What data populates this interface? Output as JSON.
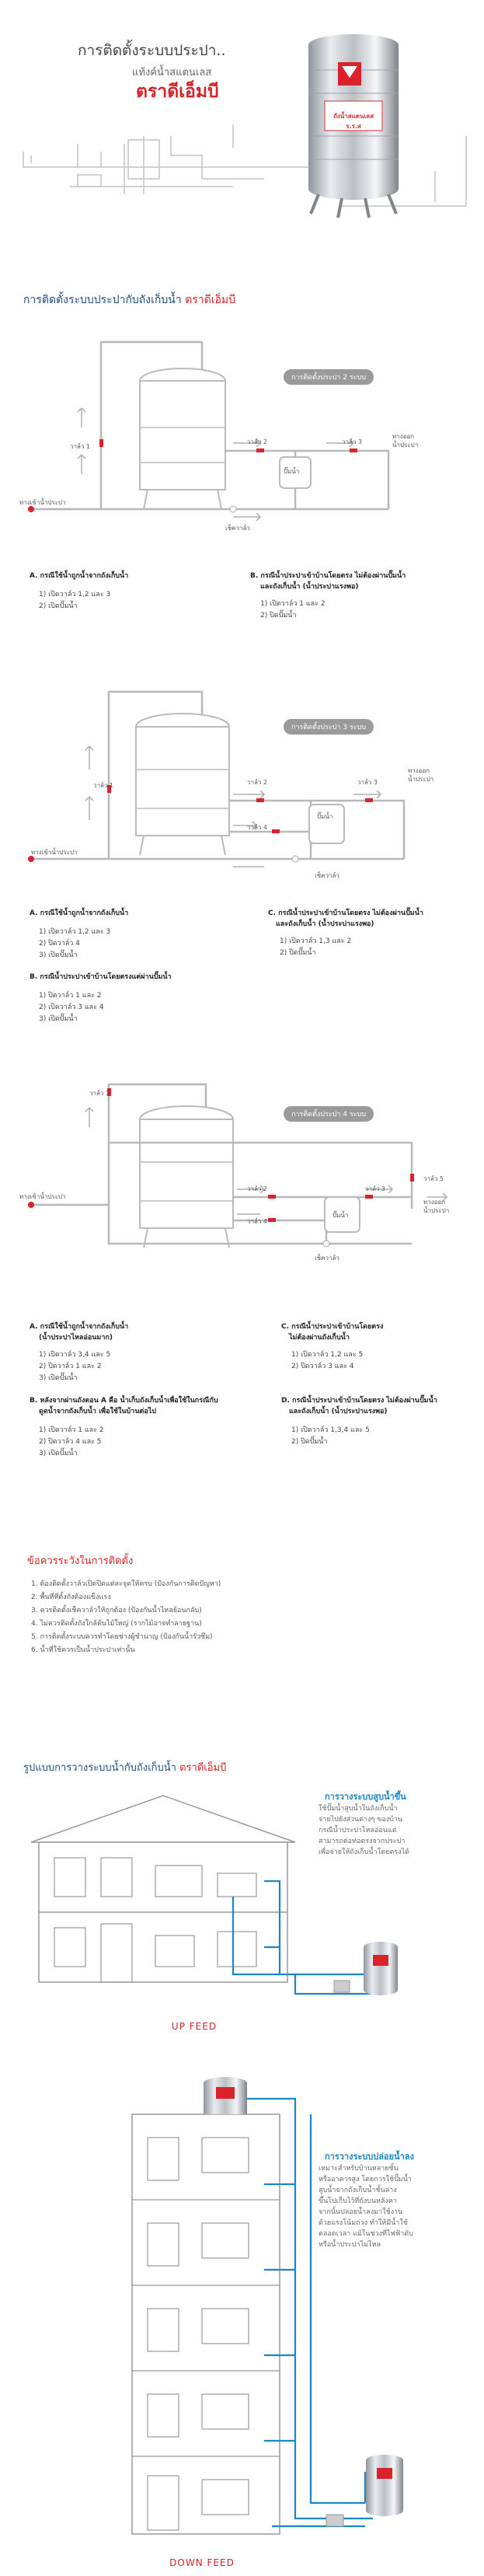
{
  "hero": {
    "title": "การติดตั้งระบบประปา..",
    "subtitle": "แท้งค์น้ำสแตนเลส",
    "brand": "ตราดีเอ็มบี",
    "tank_brand": "ถังน้ำสแตนเลส ร.ร.ส"
  },
  "section1": {
    "title_prefix": "การติดตั้งระบบประปากับถังเก็บน้ำ",
    "title_brand": "ตราดีเอ็มบี"
  },
  "diagram_labels": {
    "pump": "ปั๊มน้ำ",
    "check_valve": "เช็ควาล์ว",
    "outlet": "ทางออก",
    "outlet2": "น้ำประปา",
    "inlet": "ทางเข้าน้ำประปา",
    "v1": "วาล์ว 1",
    "v2": "วาล์ว 2",
    "v3": "วาล์ว 3",
    "v4": "วาล์ว 4",
    "v5": "วาล์ว 5"
  },
  "diagram2": {
    "badge": "การติดตั้งประปา 2 ระบบ",
    "A_title": "A. กรณีใช้น้ำถูกน้ำจากถังเก็บน้ำ",
    "A_items": [
      "1) เปิดวาล์ว 1,2 และ 3",
      "2) เปิดปั๊มน้ำ"
    ],
    "B_title": "B. กรณีน้ำประปาเข้าบ้านโดยตรง ไม่ต้องผ่านปั๊มน้ำ",
    "B_title2": "และถังเก็บน้ำ (น้ำประปาแรงพอ)",
    "B_items": [
      "1) เปิดวาล์ว 1 และ 2",
      "2) ปิดปั๊มน้ำ"
    ]
  },
  "diagram3": {
    "badge": "การติดตั้งประปา 3 ระบบ",
    "A_title": "A. กรณีใช้น้ำถูกน้ำจากถังเก็บน้ำ",
    "A_items": [
      "1) เปิดวาล์ว 1,2 และ 3",
      "2) ปิดวาล์ว 4",
      "3) เปิดปั๊มน้ำ"
    ],
    "C_title": "C. กรณีน้ำประปาเข้าบ้านโดยตรง ไม่ต้องผ่านปั๊มน้ำ",
    "C_title2": "และถังเก็บน้ำ (น้ำประปาแรงพอ)",
    "C_items": [
      "1) เปิดวาล์ว 1,3 และ 2",
      "2) ปิดปั๊มน้ำ"
    ],
    "B_title": "B. กรณีน้ำประปาเข้าบ้านโดยตรงแต่ผ่านปั๊มน้ำ",
    "B_items": [
      "1) ปิดวาล์ว 1 และ 2",
      "2) เปิดวาล์ว 3 และ 4",
      "3) เปิดปั๊มน้ำ"
    ]
  },
  "diagram4": {
    "badge": "การติดตั้งประปา 4 ระบบ",
    "A_title": "A. กรณีใช้น้ำถูกน้ำจากถังเก็บน้ำ",
    "A_title2": "(น้ำประปาไหลอ่อนมาก)",
    "A_items": [
      "1) เปิดวาล์ว 3,4 และ 5",
      "2) ปิดวาล์ว 1 และ 2",
      "3) เปิดปั๊มน้ำ"
    ],
    "C_title": "C. กรณีน้ำประปาเข้าบ้านโดยตรง",
    "C_title2": "ไม่ต้องผ่านถังเก็บน้ำ",
    "C_items": [
      "1) เปิดวาล์ว 1,2 และ 5",
      "2) ปิดวาล์ว 3 และ 4"
    ],
    "B_title": "B. หลังจากผ่านถังตอน A คือ น้ำเก็บถังเก็บน้ำเพื่อใช้ในกรณีกับ",
    "B_title2": "ดูดน้ำจากถังเก็บน้ำ เพื่อใช้ในบ้านต่อไป",
    "B_items": [
      "1) เปิดวาล์ว 1 และ 2",
      "2) ปิดวาล์ว 4 และ 5",
      "3) เปิดปั๊มน้ำ"
    ],
    "D_title": "D. กรณีน้ำประปาเข้าบ้านโดยตรง ไม่ต้องผ่านปั๊มน้ำ",
    "D_title2": "และถังเก็บน้ำ (น้ำประปาแรงพอ)",
    "D_items": [
      "1) เปิดวาล์ว 1,3,4 และ 5",
      "2) ปิดปั๊มน้ำ"
    ]
  },
  "cautions": {
    "title": "ข้อควรระวังในการติดตั้ง",
    "items": [
      "1. ต้องติดตั้งวาล์วเปิดปิดแต่ละจุดให้ครบ (ป้องกันการติดปัญหา)",
      "2. พื้นที่ที่ตั้งถังต้องแข็งแรง",
      "3. ควรติดตั้งเช็ควาล์วให้ถูกต้อง (ป้องกันน้ำไหลย้อนกลับ)",
      "4. ไม่ควรติดตั้งถังใกล้ต้นไม้ใหญ่ (รากไม้อาจทำลายฐาน)",
      "5. การติดตั้งระบบควรทำโดยช่างผู้ชำนาญ (ป้องกันน้ำรั่วซึม)",
      "6. น้ำที่ใช้ควรเป็นน้ำประปาเท่านั้น"
    ]
  },
  "section2": {
    "title_prefix": "รูปแบบการวางระบบน้ำกับถังเก็บน้ำ",
    "title_brand": "ตราดีเอ็มบี"
  },
  "upfeed": {
    "title": "การวางระบบสูบน้ำขึ้น",
    "desc": [
      "ใช้ปั๊มน้ำสูบน้ำในถังเก็บน้ำ",
      "จ่ายไปยังส่วนต่างๆ ของบ้าน",
      "กรณีน้ำประปาไหลอ่อนแต่",
      "สามารถต่อท่อตรงจากประปา",
      "เพื่อจ่ายให้ถังเก็บน้ำโดยตรงได้"
    ],
    "caption": "UP FEED"
  },
  "downfeed": {
    "title": "การวางระบบปล่อยน้ำลง",
    "desc": [
      "เหมาะสำหรับบ้านหลายชั้น",
      "หรืออาคารสูง โดยการใช้ปั๊มน้ำ",
      "สูบน้ำจากถังเก็บน้ำชั้นล่าง",
      "ขึ้นไปเก็บไว้ที่ถังบนหลังคา",
      "จากนั้นปล่อยน้ำลงมาใช้งาน",
      "ด้วยแรงโน้มถ่วง ทำให้มีน้ำใช้",
      "ตลอดเวลา แม้ในช่วงที่ไฟฟ้าดับ",
      "หรือน้ำประปาไม่ไหล"
    ],
    "caption": "DOWN FEED"
  }
}
